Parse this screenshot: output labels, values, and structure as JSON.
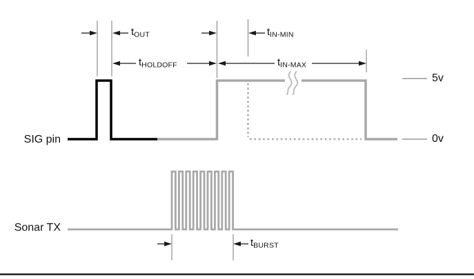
{
  "figure": {
    "type": "timing-diagram",
    "labels": {
      "sig_pin": "SIG pin",
      "sonar_tx": "Sonar TX",
      "v_high": "5v",
      "v_low": "0v"
    },
    "annotations": {
      "t_out": {
        "base": "t",
        "sub": "OUT"
      },
      "t_holdoff": {
        "base": "t",
        "sub": "HOLDOFF"
      },
      "t_in_min": {
        "base": "t",
        "sub": "IN-MIN"
      },
      "t_in_max": {
        "base": "t",
        "sub": "IN-MAX"
      },
      "t_burst": {
        "base": "t",
        "sub": "BURST"
      }
    },
    "colors": {
      "waveform_primary": "#000000",
      "waveform_secondary": "#a8a8a8",
      "annotation": "#1a1a1a",
      "extension_line": "#909090",
      "reference_dash": "#999999",
      "break_symbol": "#b3b3b3"
    }
  }
}
